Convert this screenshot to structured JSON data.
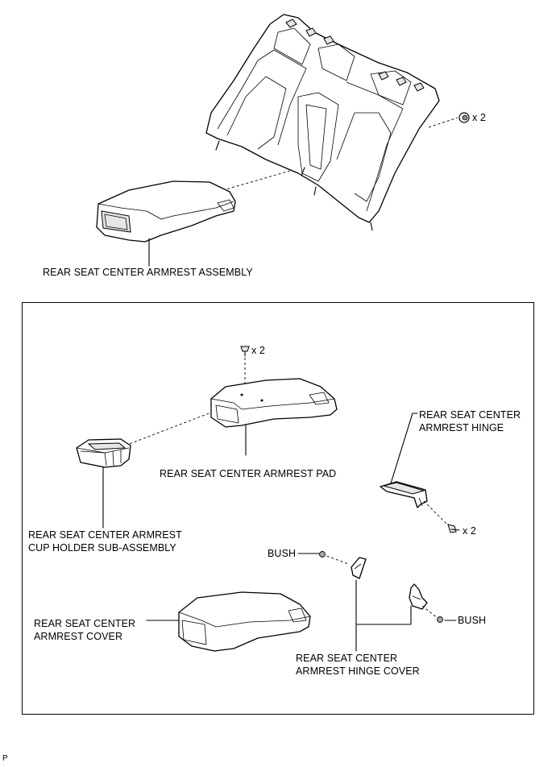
{
  "labels": {
    "armrest_assembly": "REAR SEAT CENTER ARMREST ASSEMBLY",
    "clip_qty_top": "x 2",
    "screw_qty_pad": "x 2",
    "armrest_pad": "REAR SEAT CENTER ARMREST PAD",
    "hinge_line1": "REAR SEAT CENTER",
    "hinge_line2": "ARMREST HINGE",
    "screw_qty_hinge": "x 2",
    "cup_holder_line1": "REAR SEAT CENTER ARMREST",
    "cup_holder_line2": "CUP HOLDER SUB-ASSEMBLY",
    "bush_left": "BUSH",
    "bush_right": "BUSH",
    "cover_line1": "REAR SEAT CENTER",
    "cover_line2": "ARMREST COVER",
    "hinge_cover_line1": "REAR SEAT CENTER",
    "hinge_cover_line2": "ARMREST HINGE COVER"
  },
  "footer": {
    "code": "P"
  }
}
